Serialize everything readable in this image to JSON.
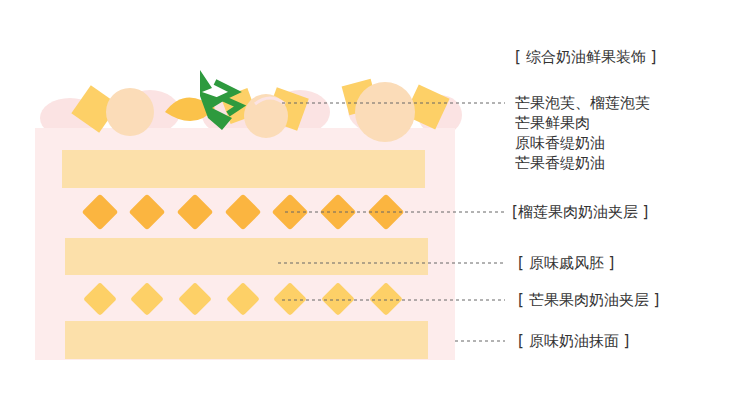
{
  "diagram": {
    "labels": [
      "[ 综合奶油鲜果装饰 ]",
      "芒果泡芙、榴莲泡芙",
      "芒果鲜果肉",
      "原味香缇奶油",
      "芒果香缇奶油",
      "[榴莲果肉奶油夹层 ]",
      "[ 原味戚风胚 ]",
      "[ 芒果果肉奶油夹层 ]",
      "[ 原味奶油抹面 ]"
    ]
  }
}
